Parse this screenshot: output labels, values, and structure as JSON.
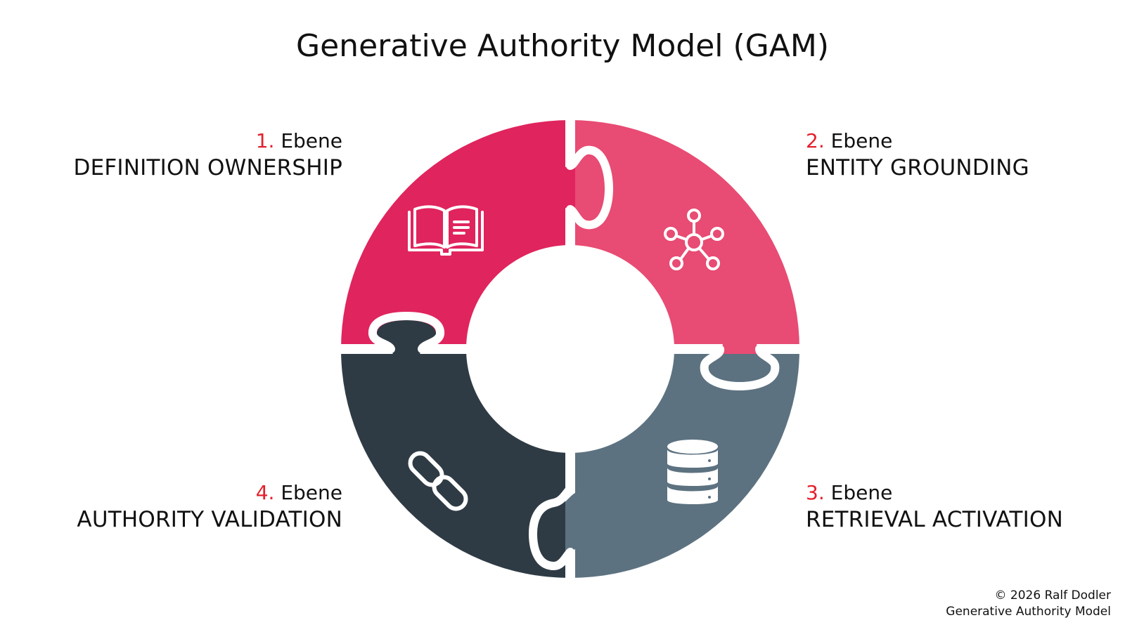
{
  "title": "Generative Authority Model (GAM)",
  "colors": {
    "piece1": "#e0245e",
    "piece2": "#e84b73",
    "piece3": "#5d7280",
    "piece4": "#2f3b44",
    "number_accent": "#e5202c"
  },
  "levels": [
    {
      "number": "1.",
      "word": "Ebene",
      "name": "DEFINITION OWNERSHIP",
      "icon": "open-book-icon"
    },
    {
      "number": "2.",
      "word": "Ebene",
      "name": "ENTITY GROUNDING",
      "icon": "network-nodes-icon"
    },
    {
      "number": "3.",
      "word": "Ebene",
      "name": "RETRIEVAL ACTIVATION",
      "icon": "database-icon"
    },
    {
      "number": "4.",
      "word": "Ebene",
      "name": "AUTHORITY VALIDATION",
      "icon": "chain-link-icon"
    }
  ],
  "footer": {
    "copyright": "© 2026 Ralf Dodler",
    "subtitle": "Generative Authority Model"
  }
}
